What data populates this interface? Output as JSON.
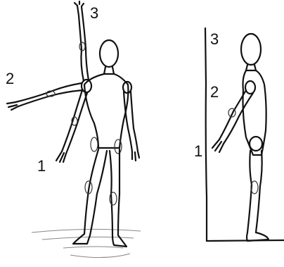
{
  "front_figure": {
    "markers": {
      "raised": "3",
      "horizontal": "2",
      "down": "1"
    }
  },
  "side_figure": {
    "markers": {
      "top": "3",
      "middle": "2",
      "bottom": "1"
    }
  },
  "colors": {
    "ink": "#111111",
    "shadow": "#888888",
    "background": "#ffffff"
  }
}
